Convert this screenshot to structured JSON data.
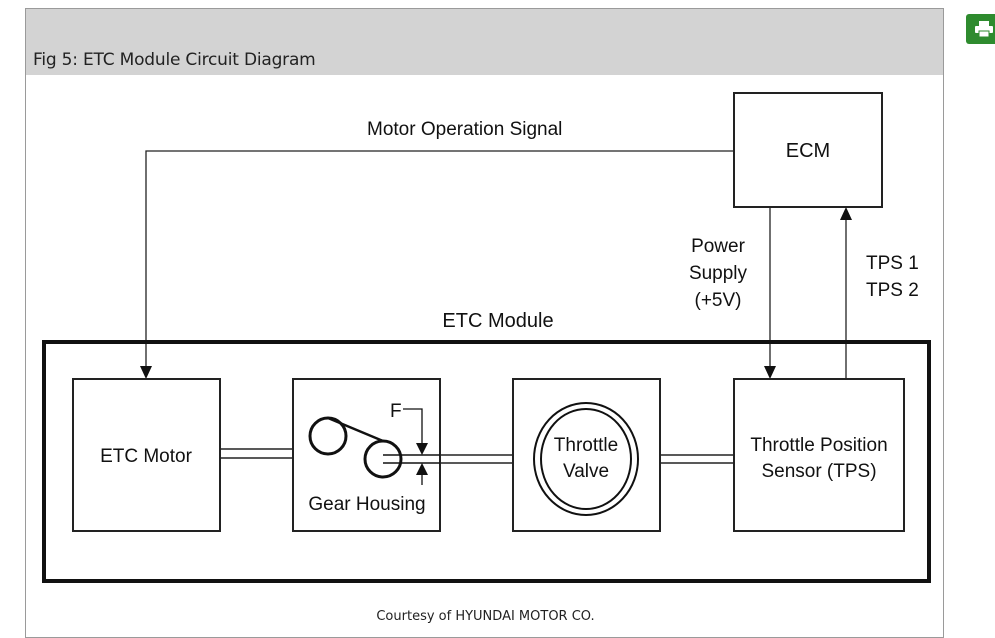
{
  "figure": {
    "title": "Fig 5: ETC Module Circuit Diagram",
    "caption": "Courtesy of HYUNDAI MOTOR CO."
  },
  "diagram": {
    "labels": {
      "motor_signal": "Motor Operation Signal",
      "ecm": "ECM",
      "power_line1": "Power",
      "power_line2": "Supply",
      "power_line3": "(+5V)",
      "tps1": "TPS 1",
      "tps2": "TPS 2",
      "module": "ETC Module",
      "etc_motor": "ETC Motor",
      "gear_housing": "Gear Housing",
      "force": "F",
      "throttle_line1": "Throttle",
      "throttle_line2": "Valve",
      "tps_line1": "Throttle Position",
      "tps_line2": "Sensor (TPS)"
    }
  },
  "toolbar": {
    "print_icon": "printer-icon",
    "accent_color": "#2e8b2e"
  }
}
